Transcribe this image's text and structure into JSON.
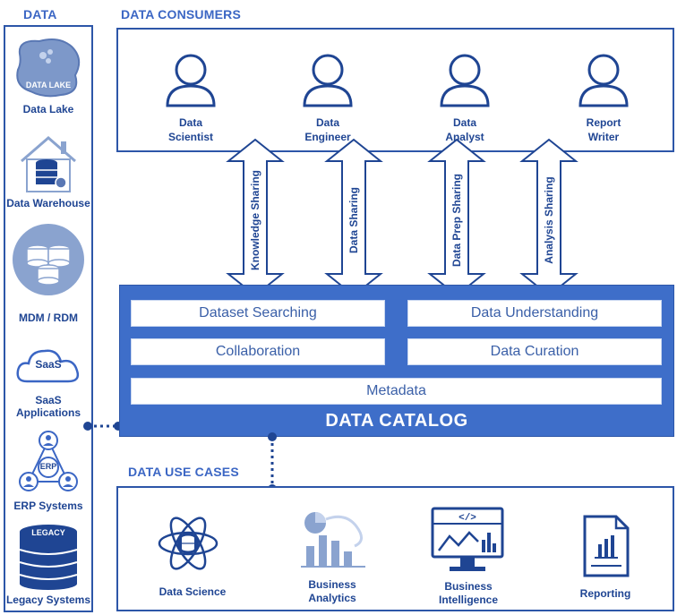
{
  "sections": {
    "data": "DATA",
    "consumers": "DATA CONSUMERS",
    "use_cases": "DATA USE CASES"
  },
  "sources": [
    {
      "label": "Data Lake",
      "icon": "data-lake-icon",
      "badge": "DATA LAKE"
    },
    {
      "label": "Data Warehouse",
      "icon": "data-warehouse-icon"
    },
    {
      "label": "MDM / RDM",
      "icon": "database-icon"
    },
    {
      "label_line1": "SaaS",
      "label_line2": "Applications",
      "icon": "cloud-icon",
      "badge": "SaaS"
    },
    {
      "label": "ERP Systems",
      "icon": "erp-network-icon",
      "badge": "ERP"
    },
    {
      "label": "Legacy Systems",
      "icon": "legacy-database-icon",
      "badge": "LEGACY"
    }
  ],
  "consumers": [
    {
      "line1": "Data",
      "line2": "Scientist"
    },
    {
      "line1": "Data",
      "line2": "Engineer"
    },
    {
      "line1": "Data",
      "line2": "Analyst"
    },
    {
      "line1": "Report",
      "line2": "Writer"
    }
  ],
  "flows": [
    "Knowledge Sharing",
    "Data Sharing",
    "Data Prep Sharing",
    "Analysis Sharing"
  ],
  "catalog": {
    "title": "DATA CATALOG",
    "boxes": [
      "Dataset Searching",
      "Data Understanding",
      "Collaboration",
      "Data Curation"
    ],
    "metadata": "Metadata"
  },
  "use_cases": [
    {
      "line1": "Data Science",
      "line2": ""
    },
    {
      "line1": "Business",
      "line2": "Analytics"
    },
    {
      "line1": "Business",
      "line2": "Intelligence"
    },
    {
      "line1": "Reporting",
      "line2": ""
    }
  ],
  "colors": {
    "primary": "#2d56a8",
    "catalog": "#3e6ec9",
    "title": "#3b66c4",
    "icon": "#1f4593"
  }
}
